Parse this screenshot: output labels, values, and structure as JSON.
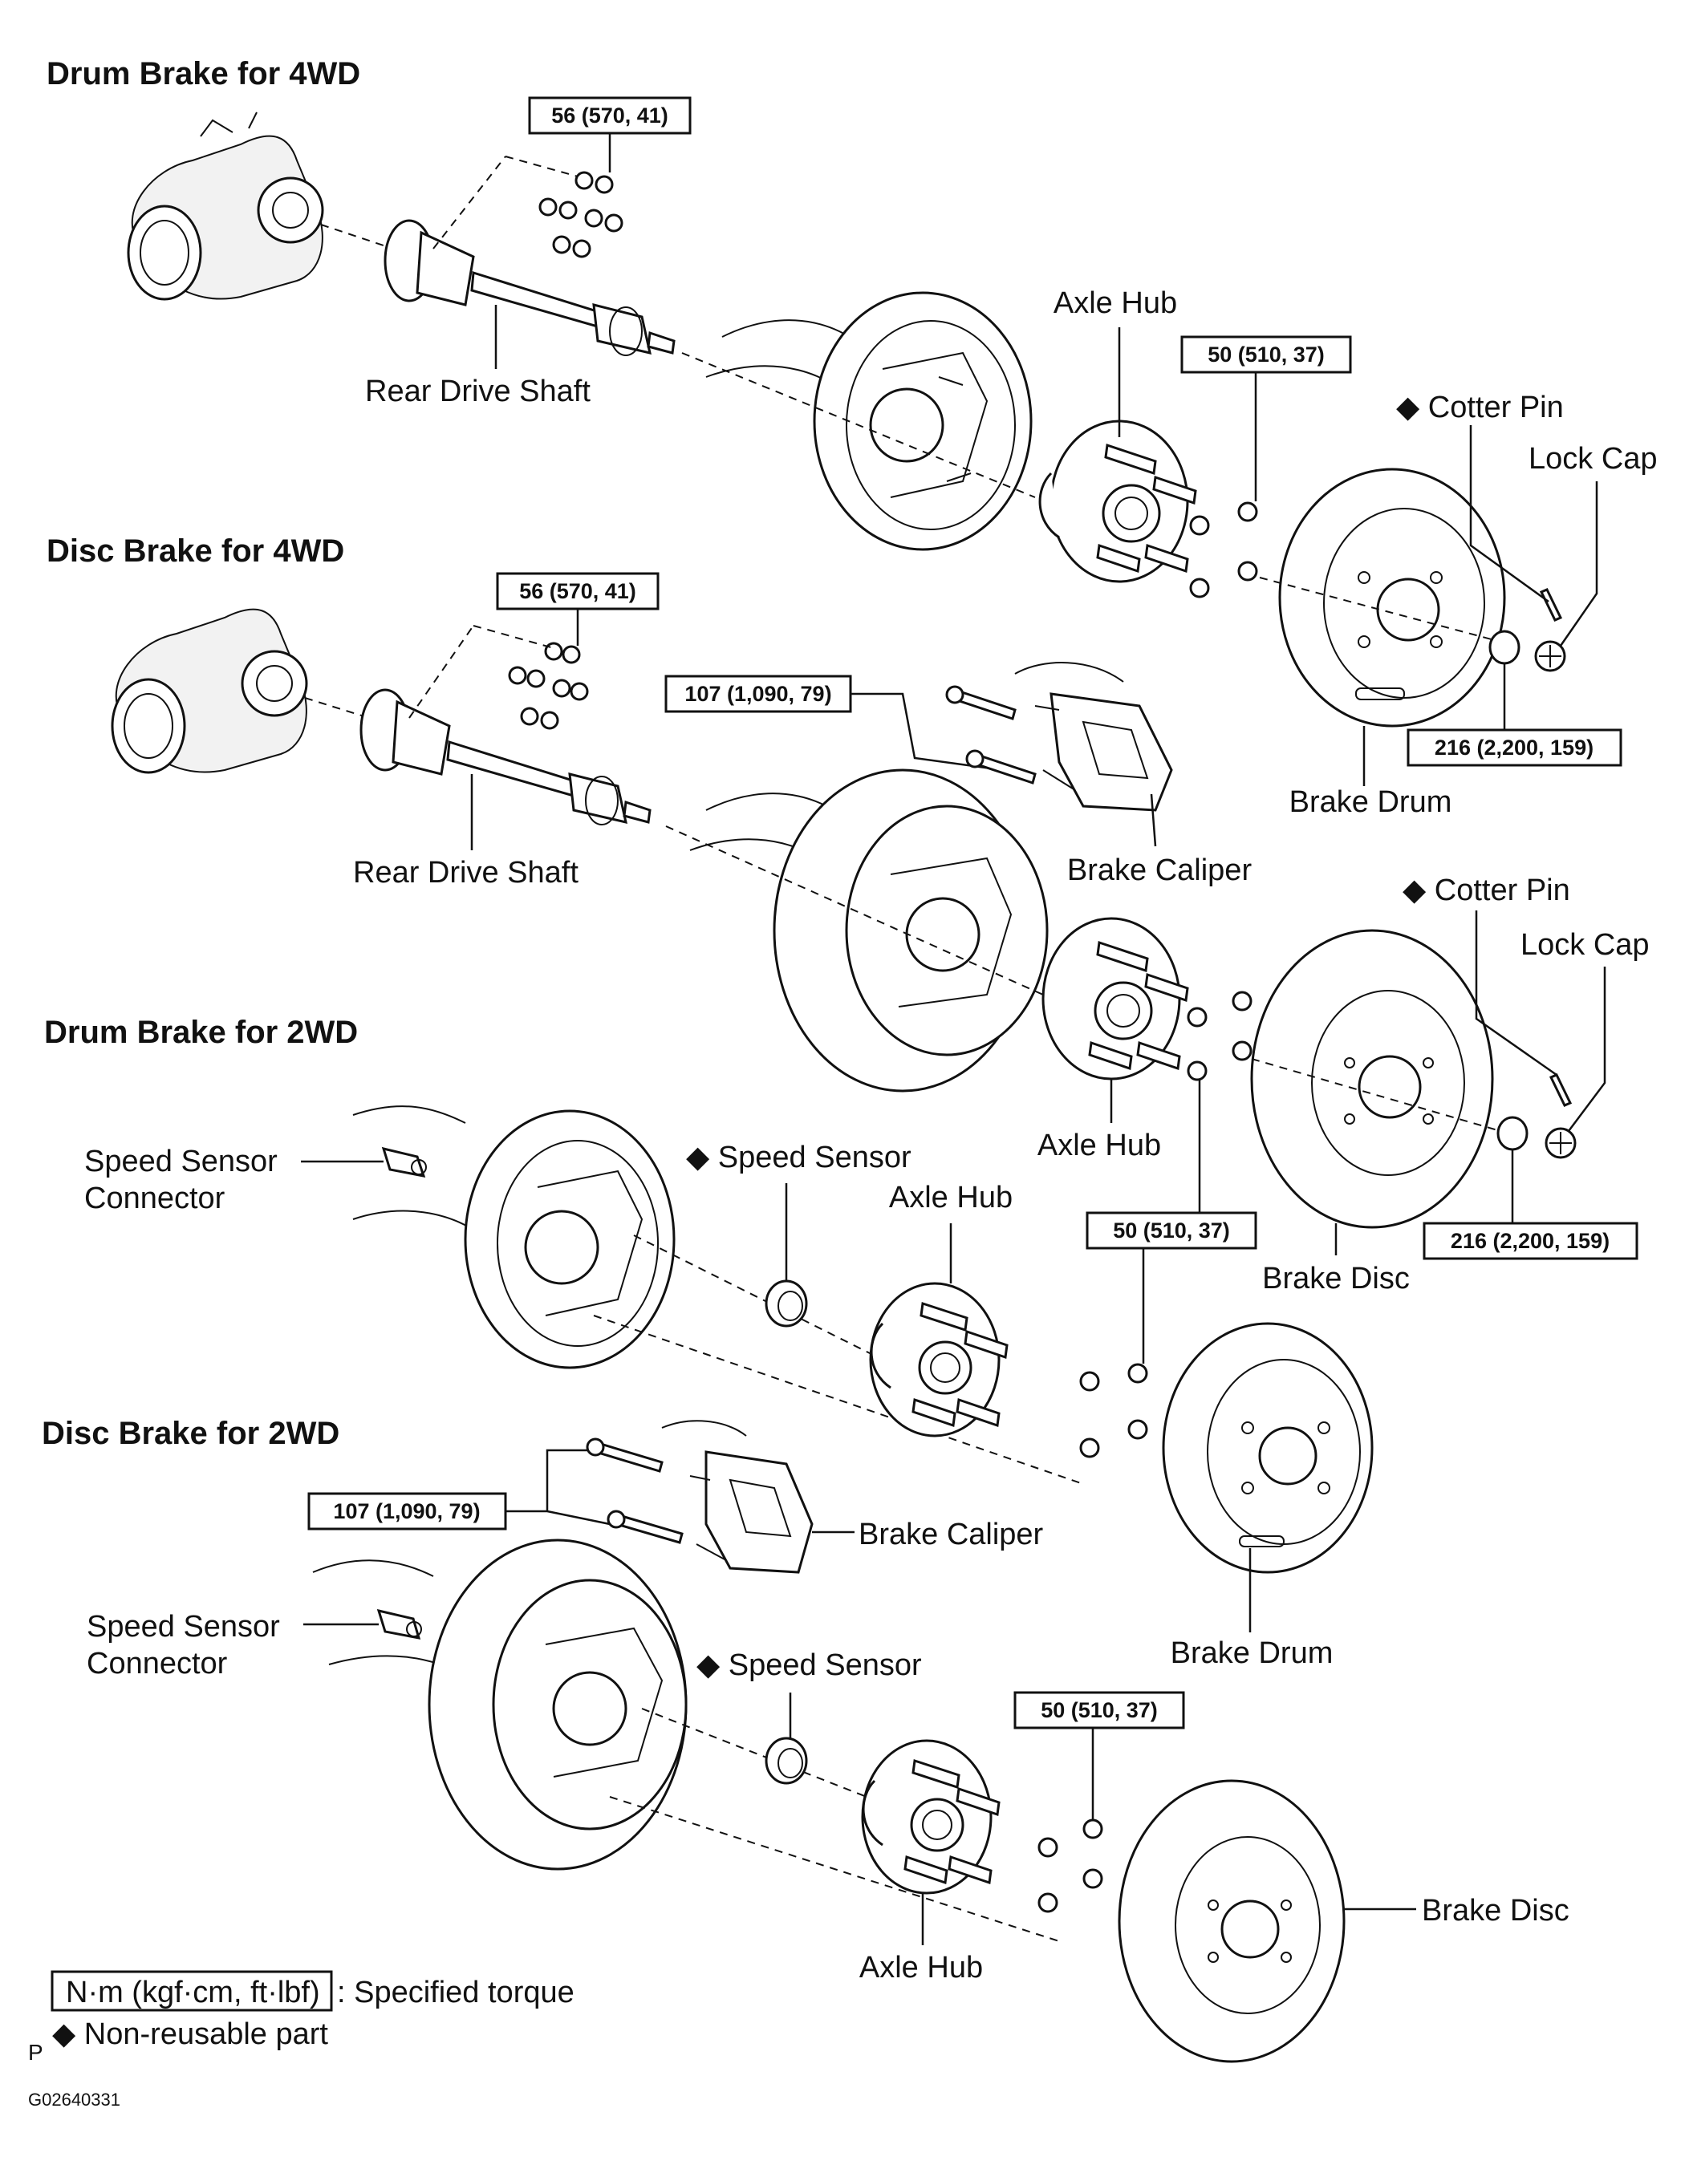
{
  "sections": {
    "drum_4wd": "Drum Brake for 4WD",
    "disc_4wd": "Disc Brake for 4WD",
    "drum_2wd": "Drum Brake for 2WD",
    "disc_2wd": "Disc Brake for 2WD"
  },
  "parts": {
    "rear_drive_shaft": "Rear Drive Shaft",
    "axle_hub": "Axle Hub",
    "cotter_pin": "Cotter Pin",
    "lock_cap": "Lock Cap",
    "brake_drum": "Brake Drum",
    "brake_caliper": "Brake Caliper",
    "brake_disc": "Brake Disc",
    "speed_sensor": "Speed Sensor",
    "speed_sensor_connector_l1": "Speed Sensor",
    "speed_sensor_connector_l2": "Connector"
  },
  "torques": {
    "t56": "56 (570, 41)",
    "t50": "50 (510, 37)",
    "t216": "216 (2,200, 159)",
    "t107": "107 (1,090, 79)"
  },
  "legend": {
    "unit_box": "N·m (kgf·cm, ft·lbf)",
    "unit_desc": ": Specified torque",
    "non_reusable_symbol": "◆",
    "non_reusable": "Non-reusable part"
  },
  "corner_mark": "P",
  "figure_code": "G02640331"
}
